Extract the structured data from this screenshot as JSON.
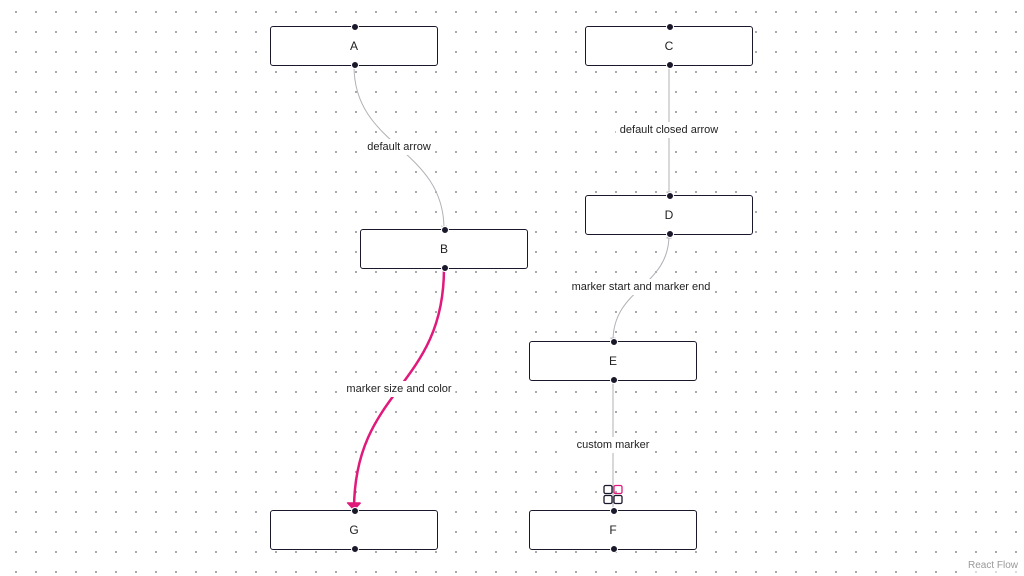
{
  "nodes": {
    "a": {
      "label": "A"
    },
    "b": {
      "label": "B"
    },
    "c": {
      "label": "C"
    },
    "d": {
      "label": "D"
    },
    "e": {
      "label": "E"
    },
    "f": {
      "label": "F"
    },
    "g": {
      "label": "G"
    }
  },
  "edges": {
    "a_b": {
      "label": "default arrow",
      "marker": "arrow"
    },
    "c_d": {
      "label": "default closed arrow",
      "marker": "arrowclosed"
    },
    "d_e": {
      "label": "marker start and marker end",
      "marker": "arrowclosed"
    },
    "b_g": {
      "label": "marker size and color",
      "marker": "arrowclosed",
      "color": "#e0197a"
    },
    "e_f": {
      "label": "custom marker",
      "marker": "custom",
      "marker_color": "#e0197a"
    }
  },
  "attribution": "React Flow",
  "colors": {
    "edge": "#b1b1b7",
    "node_border": "#1a192b",
    "handle": "#1a192b",
    "accent": "#e0197a"
  }
}
